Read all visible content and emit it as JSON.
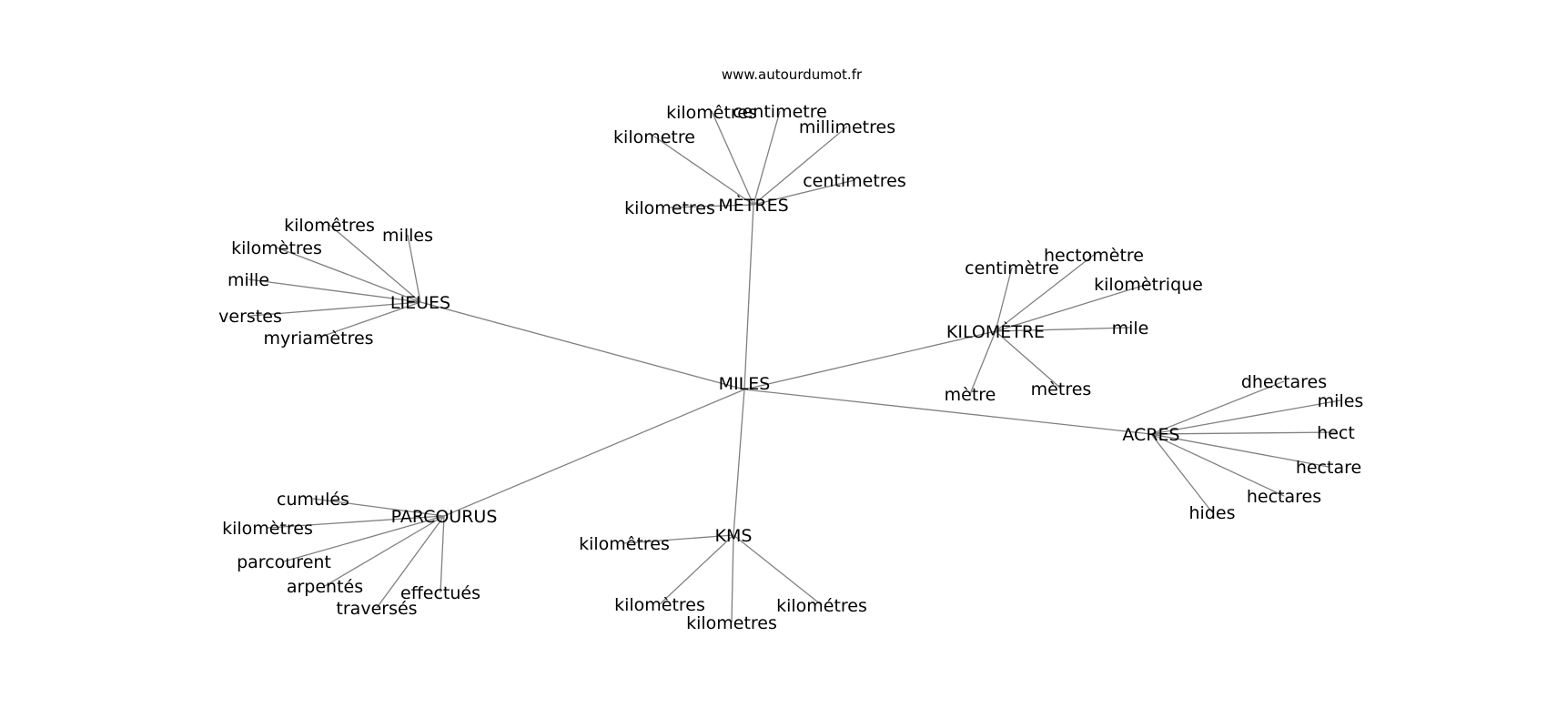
{
  "header": {
    "watermark": "www.autourdumot.fr"
  },
  "colors": {
    "edge": "#808080",
    "text": "#000000",
    "background": "#ffffff"
  },
  "graph": {
    "root": "MILES",
    "nodes": {
      "miles_c": "MILES",
      "metres": "MÈTRES",
      "lieues": "LIEUES",
      "kilometre": "KILOMÈTRE",
      "acres": "ACRES",
      "parcourus": "PARCOURUS",
      "kms": "KMS",
      "m_kilometres_circ": "kilomêtres",
      "m_centimetre": "centimetre",
      "m_kilometre": "kilometre",
      "m_millimetres": "millimetres",
      "m_centimetres": "centimetres",
      "m_kilometres": "kilometres",
      "l_kilometres_circ": "kilomêtres",
      "l_milles": "milles",
      "l_kilometres_grave": "kilomètres",
      "l_mille": "mille",
      "l_verstes": "verstes",
      "l_myriametres": "myriamètres",
      "k_hectometre": "hectomètre",
      "k_centimetre": "centimètre",
      "k_kilometrique": "kilomètrique",
      "k_mile": "mile",
      "k_metre": "mètre",
      "k_metres": "mètres",
      "a_dhectares": "dhectares",
      "a_miles": "miles",
      "a_hect": "hect",
      "a_hectare": "hectare",
      "a_hectares": "hectares",
      "a_hides": "hides",
      "p_cumules": "cumulés",
      "p_kilometres": "kilomètres",
      "p_parcourent": "parcourent",
      "p_arpentes": "arpentés",
      "p_effectues": "effectués",
      "p_traverses": "traversés",
      "s_kilometres_circ": "kilomêtres",
      "s_kilometres": "kilomètres",
      "s_kilometres_plain": "kilometres",
      "s_kilometres_acute": "kilométres"
    }
  }
}
